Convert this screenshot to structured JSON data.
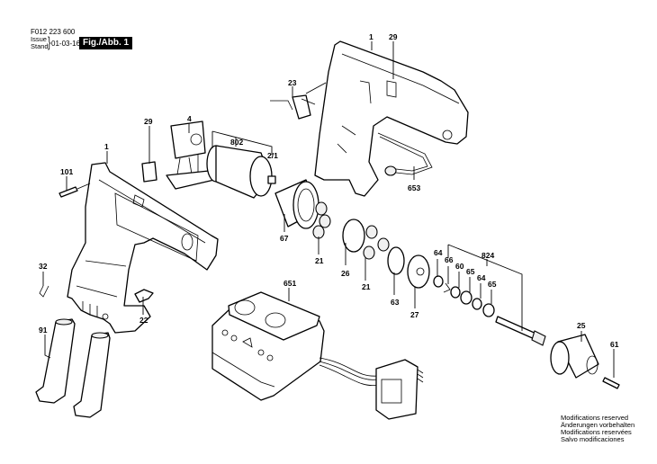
{
  "header": {
    "part_code": "F012 223 600",
    "issue_label": "Issue",
    "stand_label": "Stand",
    "date": "01-03-16",
    "figure_label": "Fig./Abb. 1"
  },
  "footer_notice": [
    "Modifications reserved",
    "Änderungen vorbehalten",
    "Modifications reservées",
    "Salvo modificaciones"
  ],
  "parts": [
    {
      "id": "label-1-left",
      "number": "1",
      "name": "housing-left"
    },
    {
      "id": "label-1-right",
      "number": "1",
      "name": "housing-right"
    },
    {
      "id": "label-29-top",
      "number": "29",
      "name": "switch-label-top"
    },
    {
      "id": "label-29-left",
      "number": "29",
      "name": "switch-label-left"
    },
    {
      "id": "label-23",
      "number": "23",
      "name": "direction-switch"
    },
    {
      "id": "label-802",
      "number": "802",
      "name": "motor-assembly"
    },
    {
      "id": "label-4",
      "number": "4",
      "name": "switch"
    },
    {
      "id": "label-2-1",
      "number": "2/1",
      "name": "motor"
    },
    {
      "id": "label-101",
      "number": "101",
      "name": "screw"
    },
    {
      "id": "label-653",
      "number": "653",
      "name": "light-cable"
    },
    {
      "id": "label-67",
      "number": "67",
      "name": "ring-gear"
    },
    {
      "id": "label-21-a",
      "number": "21",
      "name": "planet-gear-a"
    },
    {
      "id": "label-26",
      "number": "26",
      "name": "planet-carrier"
    },
    {
      "id": "label-21-b",
      "number": "21",
      "name": "planet-gear-b"
    },
    {
      "id": "label-63",
      "number": "63",
      "name": "washer"
    },
    {
      "id": "label-27",
      "number": "27",
      "name": "planet-carrier-2"
    },
    {
      "id": "label-64-a",
      "number": "64",
      "name": "ball-bearing-a"
    },
    {
      "id": "label-66",
      "number": "66",
      "name": "retaining-ring"
    },
    {
      "id": "label-60",
      "number": "60",
      "name": "washer-60"
    },
    {
      "id": "label-65-a",
      "number": "65",
      "name": "washer-65-a"
    },
    {
      "id": "label-64-b",
      "number": "64",
      "name": "ball-bearing-b"
    },
    {
      "id": "label-65-b",
      "number": "65",
      "name": "washer-65-b"
    },
    {
      "id": "label-824",
      "number": "824",
      "name": "spindle-assembly"
    },
    {
      "id": "label-32",
      "number": "32",
      "name": "spring"
    },
    {
      "id": "label-22",
      "number": "22",
      "name": "clip"
    },
    {
      "id": "label-651",
      "number": "651",
      "name": "charger"
    },
    {
      "id": "label-91",
      "number": "91",
      "name": "battery-pack"
    },
    {
      "id": "label-25",
      "number": "25",
      "name": "drill-chuck"
    },
    {
      "id": "label-61",
      "number": "61",
      "name": "chuck-screw"
    }
  ]
}
